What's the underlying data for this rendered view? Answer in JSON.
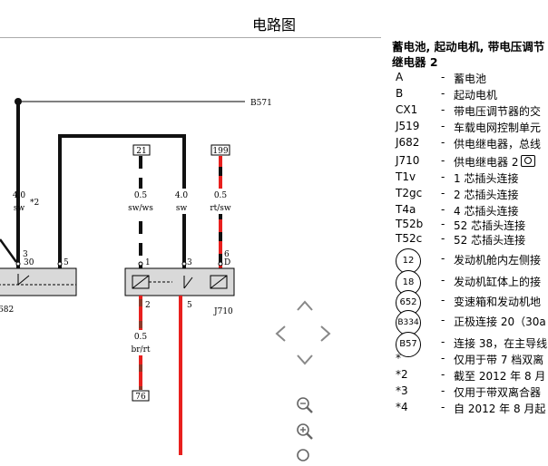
{
  "page": {
    "title": "电路图"
  },
  "diagram": {
    "ref_label": "B571",
    "conn_boxes": [
      "21",
      "199",
      "76"
    ],
    "wires": [
      {
        "size": "4.0",
        "color": "sw"
      },
      {
        "size": "0.5",
        "color": "sw/ws"
      },
      {
        "size": "4.0",
        "color": "sw"
      },
      {
        "size": "0.5",
        "color": "rt/sw"
      },
      {
        "size": "0.5",
        "color": "br/rt"
      }
    ],
    "note_ref": "*2",
    "pins": [
      "3",
      "30",
      "5",
      "1",
      "3",
      "6",
      "D",
      "2",
      "5"
    ],
    "component_labels": [
      "682",
      "J710"
    ]
  },
  "legend": {
    "title_line1": "蓄电池, 起动电机, 带电压调节",
    "title_line2": "继电器 2",
    "items": [
      {
        "code": "A",
        "desc": "蓄电池"
      },
      {
        "code": "B",
        "desc": "起动电机"
      },
      {
        "code": "CX1",
        "desc": "带电压调节器的交"
      },
      {
        "code": "J519",
        "desc": "车载电网控制单元"
      },
      {
        "code": "J682",
        "desc": "供电继电器，总线"
      },
      {
        "code": "J710",
        "desc": "供电继电器 2"
      },
      {
        "code": "T1v",
        "desc": "1 芯插头连接"
      },
      {
        "code": "T2gc",
        "desc": "2 芯插头连接"
      },
      {
        "code": "T4a",
        "desc": "4 芯插头连接"
      },
      {
        "code": "T52b",
        "desc": "52 芯插头连接"
      },
      {
        "code": "T52c",
        "desc": "52 芯插头连接"
      }
    ],
    "circle_items": [
      {
        "code": "12",
        "desc": "发动机舱内左侧接"
      },
      {
        "code": "18",
        "desc": "发动机缸体上的接"
      },
      {
        "code": "652",
        "desc": "变速箱和发动机地"
      },
      {
        "code": "B334",
        "desc": "正极连接 20（30a"
      },
      {
        "code": "B57",
        "desc": "连接 38，在主导线"
      }
    ],
    "notes": [
      {
        "code": "*",
        "desc": "仅用于带 7 档双离"
      },
      {
        "code": "*2",
        "desc": "截至 2012 年 8 月"
      },
      {
        "code": "*3",
        "desc": "仅用于带双离合器"
      },
      {
        "code": "*4",
        "desc": "自 2012 年 8 月起"
      }
    ]
  },
  "colors": {
    "red": "#e8201e",
    "black": "#111111",
    "relay_fill": "#d9d9d9"
  },
  "icons": [
    "camera-icon",
    "chevron-up-icon",
    "chevron-left-icon",
    "chevron-right-icon",
    "chevron-down-icon",
    "zoom-out-icon",
    "zoom-in-icon"
  ]
}
